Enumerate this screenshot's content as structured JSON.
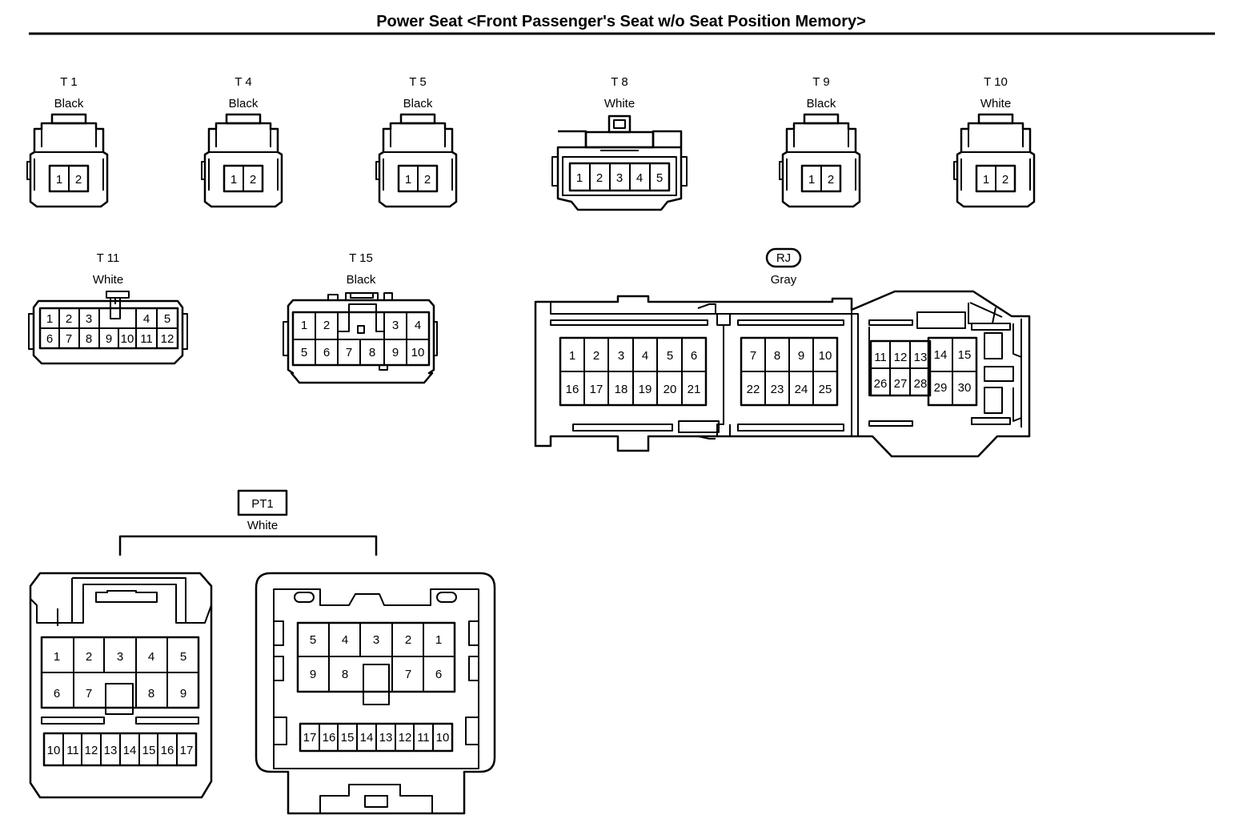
{
  "title": "Power Seat <Front Passenger's Seat w/o Seat Position Memory>",
  "connectors": {
    "T1": {
      "name": "T 1",
      "color": "Black",
      "pins": [
        "1",
        "2"
      ]
    },
    "T4": {
      "name": "T 4",
      "color": "Black",
      "pins": [
        "1",
        "2"
      ]
    },
    "T5": {
      "name": "T 5",
      "color": "Black",
      "pins": [
        "1",
        "2"
      ]
    },
    "T8": {
      "name": "T 8",
      "color": "White",
      "pins": [
        "1",
        "2",
        "3",
        "4",
        "5"
      ]
    },
    "T9": {
      "name": "T 9",
      "color": "Black",
      "pins": [
        "1",
        "2"
      ]
    },
    "T10": {
      "name": "T 10",
      "color": "White",
      "pins": [
        "1",
        "2"
      ]
    },
    "T11": {
      "name": "T 11",
      "color": "White",
      "pins": [
        "1",
        "2",
        "3",
        "4",
        "5",
        "6",
        "7",
        "8",
        "9",
        "10",
        "11",
        "12"
      ]
    },
    "T15": {
      "name": "T 15",
      "color": "Black",
      "pins": [
        "1",
        "2",
        "3",
        "4",
        "5",
        "6",
        "7",
        "8",
        "9",
        "10"
      ]
    },
    "RJ": {
      "name": "RJ",
      "color": "Gray",
      "pins": [
        "1",
        "2",
        "3",
        "4",
        "5",
        "6",
        "7",
        "8",
        "9",
        "10",
        "11",
        "12",
        "13",
        "14",
        "15",
        "16",
        "17",
        "18",
        "19",
        "20",
        "21",
        "22",
        "23",
        "24",
        "25",
        "26",
        "27",
        "28",
        "29",
        "30"
      ]
    },
    "PT1": {
      "name": "PT1",
      "color": "White",
      "female_pins": [
        "1",
        "2",
        "3",
        "4",
        "5",
        "6",
        "7",
        "8",
        "9",
        "10",
        "11",
        "12",
        "13",
        "14",
        "15",
        "16",
        "17"
      ],
      "male_pins": [
        "5",
        "4",
        "3",
        "2",
        "1",
        "9",
        "8",
        "7",
        "6",
        "17",
        "16",
        "15",
        "14",
        "13",
        "12",
        "11",
        "10"
      ]
    }
  }
}
